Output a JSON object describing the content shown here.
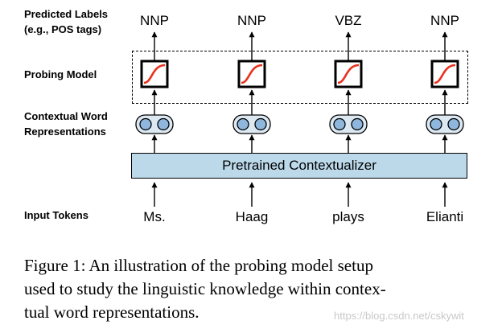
{
  "row_labels": {
    "predicted": [
      "Predicted Labels",
      "(e.g., POS tags)"
    ],
    "probing": "Probing Model",
    "contextual": [
      "Contextual Word",
      "Representations"
    ],
    "input": "Input Tokens"
  },
  "contextualizer_label": "Pretrained Contextualizer",
  "tokens": [
    "Ms.",
    "Haag",
    "plays",
    "Elianti"
  ],
  "labels": [
    "NNP",
    "NNP",
    "VBZ",
    "NNP"
  ],
  "caption": [
    "Figure 1:  An illustration of the probing model setup",
    "used to study the linguistic knowledge within contex-",
    "tual word representations."
  ],
  "watermark": "https://blog.csdn.net/cskywit",
  "colors": {
    "contextualizer_fill": "#bcd9ea",
    "circle_fill": "#8fb7de",
    "pill_fill": "#dce8f2",
    "sigmoid": "#e8321e"
  }
}
